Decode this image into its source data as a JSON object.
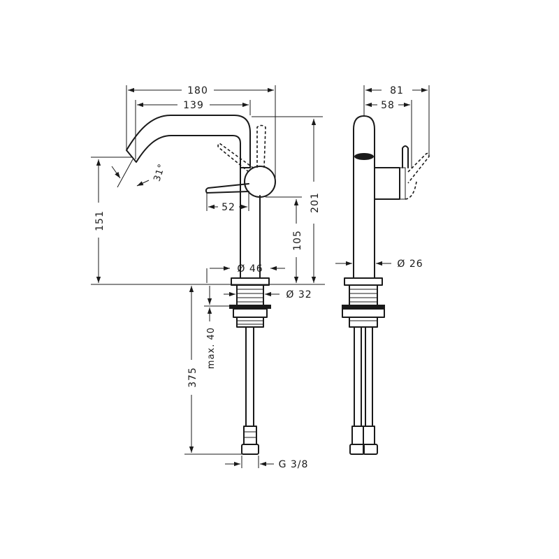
{
  "drawing": {
    "dimensions": {
      "width_overall": "180",
      "spout_reach": "139",
      "height_total": "201",
      "spout_height": "151",
      "lever_offset": "52",
      "lever_height": "105",
      "base_diameter": "Ø 46",
      "shank_diameter": "Ø 32",
      "spout_angle": "31°",
      "max_deck": "max. 40",
      "hose_length": "375",
      "connection_thread": "G 3/8",
      "side_depth": "81",
      "side_lever_depth": "58",
      "body_diameter": "Ø 26"
    },
    "colors": {
      "line": "#1a1a1a",
      "background": "#ffffff"
    }
  }
}
